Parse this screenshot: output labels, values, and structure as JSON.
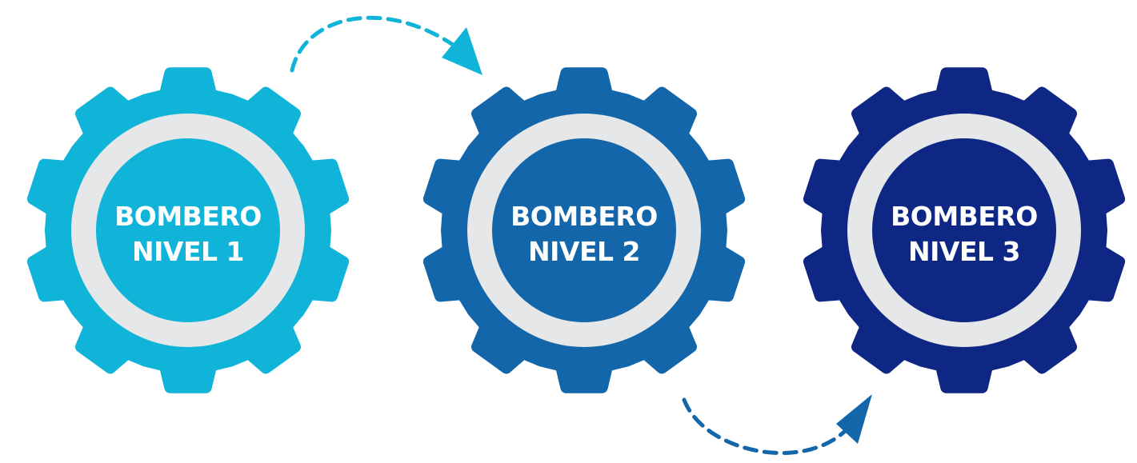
{
  "gears": [
    {
      "line1": "BOMBERO",
      "line2": "NIVEL 1",
      "colors": {
        "gear": "#10b4d8",
        "ring": "#e6e7e8",
        "text": "#ffffff"
      }
    },
    {
      "line1": "BOMBERO",
      "line2": "NIVEL 2",
      "colors": {
        "gear": "#1266a9",
        "ring": "#e6e7e8",
        "text": "#ffffff"
      }
    },
    {
      "line1": "BOMBERO",
      "line2": "NIVEL 3",
      "colors": {
        "gear": "#0f2784",
        "ring": "#e6e7e8",
        "text": "#ffffff"
      }
    }
  ],
  "connectors": [
    {
      "from": "BOMBERO NIVEL 1",
      "to": "BOMBERO NIVEL 2",
      "color": "#10b4d8",
      "style": "dashed-arrow"
    },
    {
      "from": "BOMBERO NIVEL 2",
      "to": "BOMBERO NIVEL 3",
      "color": "#1266a9",
      "style": "dashed-arrow"
    }
  ]
}
